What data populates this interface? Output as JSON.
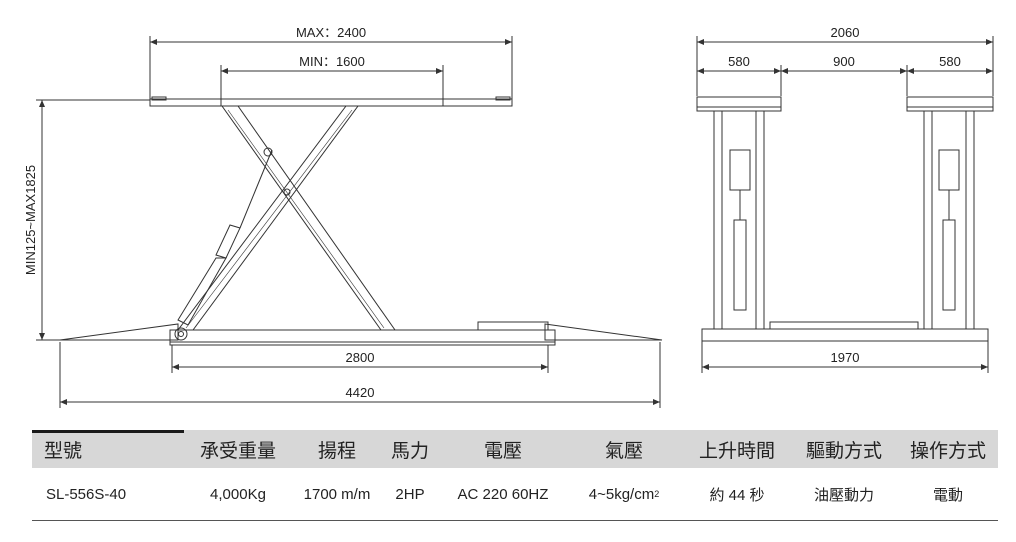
{
  "dimensions": {
    "side_max_width": "MAX：2400",
    "side_min_width": "MIN：1600",
    "side_height": "MIN125~MAX1825",
    "side_base_length": "2800",
    "side_total_length": "4420",
    "front_total_width": "2060",
    "front_left": "580",
    "front_middle": "900",
    "front_right": "580",
    "front_base_width": "1970"
  },
  "spec_table": {
    "headers": [
      "型號",
      "承受重量",
      "揚程",
      "馬力",
      "電壓",
      "氣壓",
      "上升時間",
      "驅動方式",
      "操作方式"
    ],
    "row": {
      "model": "SL-556S-40",
      "capacity": "4,000Kg",
      "lift_height": "1700 m/m",
      "power": "2HP",
      "voltage": "AC 220 60HZ",
      "air_pressure_base": "4~5kg/cm",
      "air_pressure_sup": "2",
      "rise_time": "約 44 秒",
      "drive": "油壓動力",
      "operation": "電動"
    }
  },
  "colors": {
    "line": "#333333",
    "header_bg": "#d7d7d7"
  }
}
